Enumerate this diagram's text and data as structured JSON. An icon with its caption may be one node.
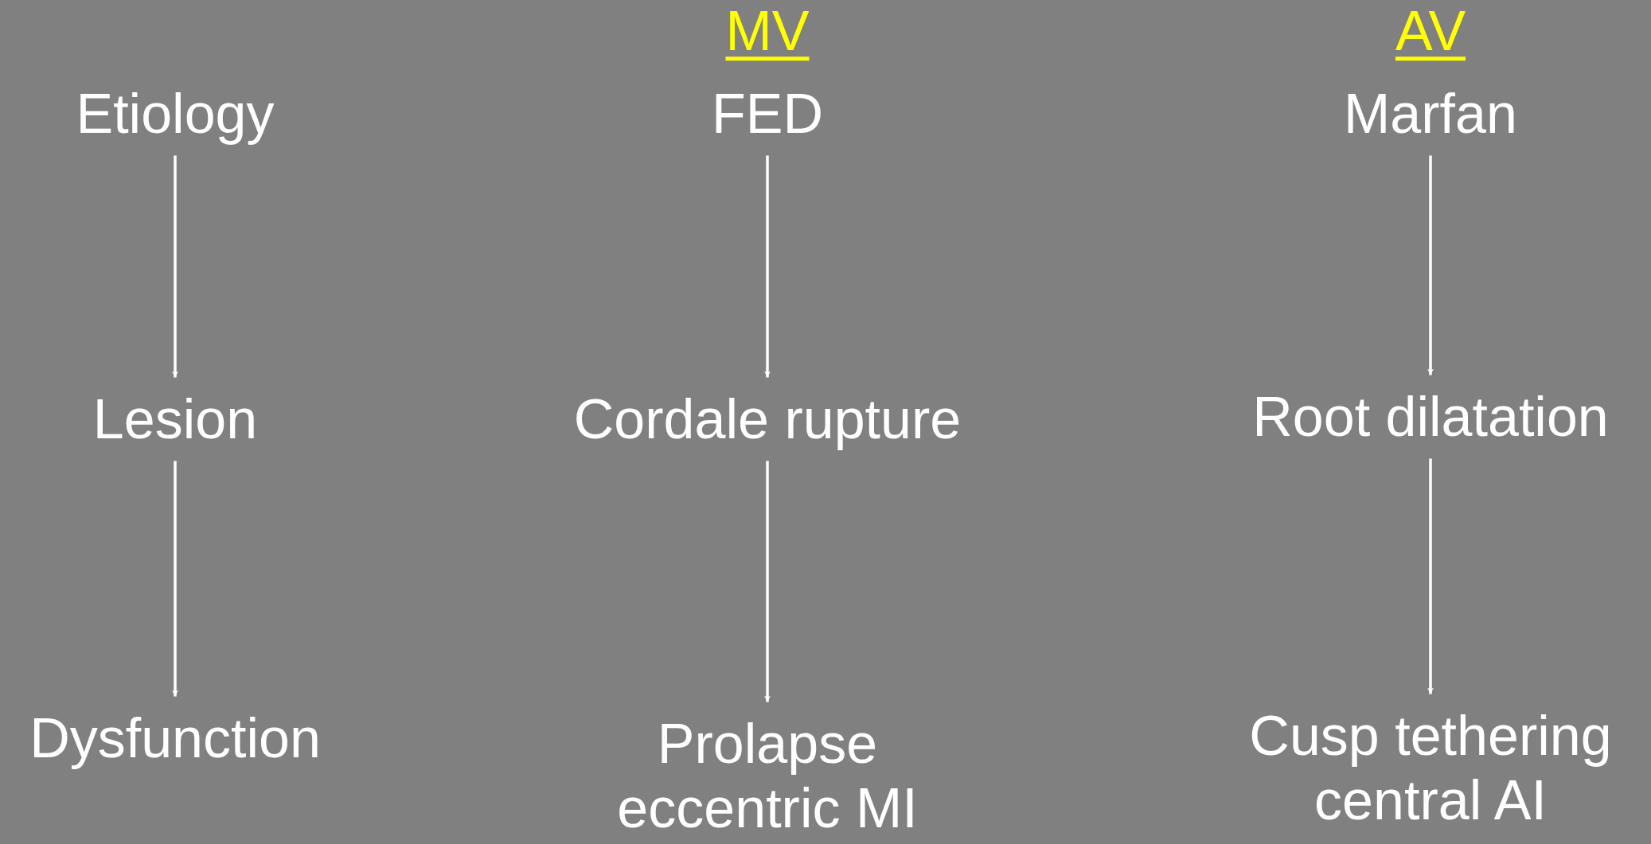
{
  "diagram": {
    "nodes": [
      {
        "text": [
          "Etiology"
        ]
      },
      {
        "text": [
          "Lesion"
        ]
      },
      {
        "text": [
          "Dysfunction"
        ]
      },
      {
        "text": [
          "FED"
        ]
      },
      {
        "text": [
          "Cordale rupture"
        ]
      },
      {
        "text": [
          "Prolapse eccentric MI"
        ]
      },
      {
        "text": [
          "Marfan"
        ]
      },
      {
        "text": [
          "Root dilatation"
        ]
      },
      {
        "text": [
          "Cusp tethering central AI"
        ]
      }
    ],
    "edges": [
      {
        "from": 0,
        "to": 1,
        "arrow": "to"
      },
      {
        "from": 1,
        "to": 2,
        "arrow": "to"
      },
      {
        "from": 3,
        "to": 4,
        "arrow": "to"
      },
      {
        "from": 4,
        "to": 5,
        "arrow": "to"
      },
      {
        "from": 6,
        "to": 7,
        "arrow": "to"
      },
      {
        "from": 7,
        "to": 8,
        "arrow": "to"
      }
    ],
    "labels": [
      "MV",
      "AV"
    ]
  }
}
